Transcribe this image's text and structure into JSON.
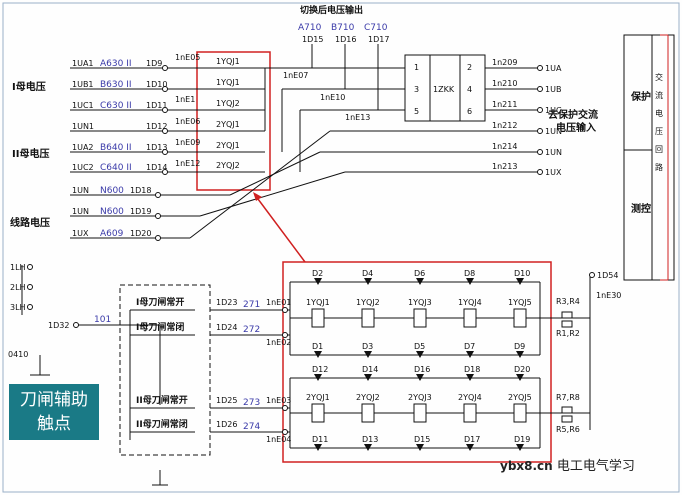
{
  "title": "切换后电压输出",
  "outputs_top": [
    {
      "code": "A710",
      "term": "1D15"
    },
    {
      "code": "B710",
      "term": "1D16"
    },
    {
      "code": "C710",
      "term": "1D17"
    }
  ],
  "bus1_label": "I母电压",
  "bus2_label": "II母电压",
  "line_label": "线路电压",
  "bus1_rows": [
    {
      "phase": "1UA1",
      "code": "A630 II",
      "term": "1D9"
    },
    {
      "phase": "1UB1",
      "code": "B630 II",
      "term": "1D10"
    },
    {
      "phase": "1UC1",
      "code": "C630 II",
      "term": "1D11"
    },
    {
      "phase": "1UN1",
      "code": "",
      "term": "1D12"
    }
  ],
  "bus2_rows": [
    {
      "phase": "1UA2",
      "code": "B640 II",
      "term": "1D13"
    },
    {
      "phase": "1UC2",
      "code": "C640 II",
      "term": "1D14"
    }
  ],
  "line_rows": [
    {
      "phase": "1UN",
      "code": "N600",
      "term": "1D18"
    },
    {
      "phase": "1UN",
      "code": "N600",
      "term": "1D19"
    },
    {
      "phase": "1UX",
      "code": "A609",
      "term": "1D20"
    }
  ],
  "contact_nodes": [
    "1nE05",
    "1nE07",
    "1nE1",
    "1nE10",
    "1nE06",
    "1nE13",
    "1nE09",
    "1nE12"
  ],
  "contacts": [
    "1YQJ1",
    "1YQJ1",
    "1YQJ2",
    "2YQJ1",
    "2YQJ1",
    "2YQJ2"
  ],
  "zkk_label": "1ZKK",
  "zkk_pins": [
    "1",
    "2",
    "3",
    "4",
    "5",
    "6"
  ],
  "right_terms": [
    {
      "term": "1n209",
      "out": "1UA"
    },
    {
      "term": "1n210",
      "out": "1UB"
    },
    {
      "term": "1n211",
      "out": "1UC"
    },
    {
      "term": "1n212",
      "out": "1UN"
    },
    {
      "term": "1n214",
      "out": "1UN"
    },
    {
      "term": "1n213",
      "out": "1UX"
    }
  ],
  "protection_label": "去保护交流电压输入",
  "side_box": {
    "top": "保护",
    "bottom": "测控",
    "vertical": "交流电压回路"
  },
  "breaker_labels": [
    "1LH",
    "2LH",
    "3LH"
  ],
  "left_misc": [
    "0410",
    "1D32"
  ],
  "wire_101": "101",
  "aux_contacts": [
    {
      "name": "I母刀闸常开",
      "term": "1D23",
      "wire": "271",
      "node": "1nE01"
    },
    {
      "name": "I母刀闸常闭",
      "term": "1D24",
      "wire": "272",
      "node": "1nE02"
    },
    {
      "name": "II母刀闸常开",
      "term": "1D25",
      "wire": "273",
      "node": "1nE03"
    },
    {
      "name": "II母刀闸常闭",
      "term": "1D26",
      "wire": "274",
      "node": "1nE04"
    }
  ],
  "relays_top": [
    "1YQJ1",
    "1YQJ2",
    "1YQJ3",
    "1YQJ4",
    "1YQJ5"
  ],
  "relays_bottom": [
    "2YQJ1",
    "2YQJ2",
    "2YQJ3",
    "2YQJ4",
    "2YQJ5"
  ],
  "diodes_row1": [
    "D2",
    "D4",
    "D6",
    "D8",
    "D10"
  ],
  "diodes_row2": [
    "D1",
    "D3",
    "D5",
    "D7",
    "D9"
  ],
  "diodes_row3": [
    "D12",
    "D14",
    "D16",
    "D18",
    "D20"
  ],
  "diodes_row4": [
    "D11",
    "D13",
    "D15",
    "D17",
    "D19"
  ],
  "resistors": [
    "R3,R4",
    "R1,R2",
    "R7,R8",
    "R5,R6"
  ],
  "right_nodes": [
    "1D54",
    "1nE30"
  ],
  "callout_line1": "刀闸辅助",
  "callout_line2": "触点",
  "watermark_site": "ybx8.cn",
  "watermark_text": "电工电气学习",
  "highlight_color": "#d02020",
  "callout_color": "#1a7a86"
}
